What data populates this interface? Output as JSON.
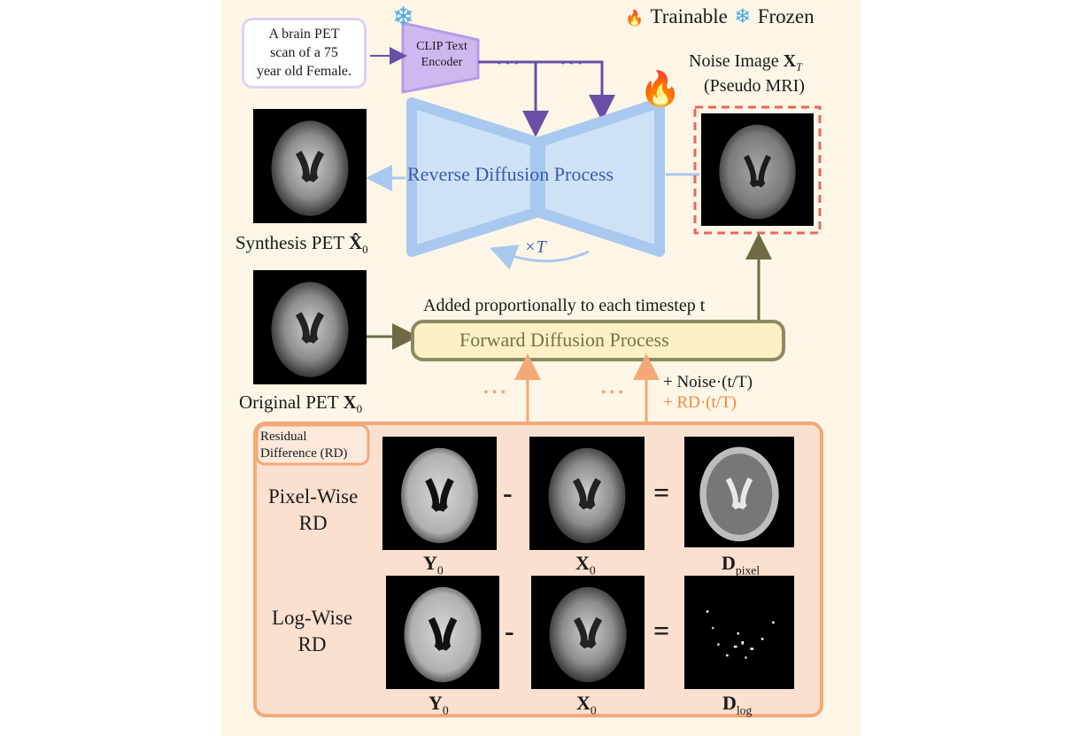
{
  "legend": {
    "trainable": "Trainable",
    "frozen": "Frozen"
  },
  "prompt": {
    "line1": "A brain PET",
    "line2": "scan of a 75",
    "line3": "year old Female."
  },
  "clip": {
    "line1": "CLIP Text",
    "line2": "Encoder"
  },
  "dots": "···",
  "noise_image": {
    "title_prefix": "Noise Image ",
    "title_var": "X",
    "title_sub": "T",
    "subtitle": "(Pseudo MRI)"
  },
  "reverse": {
    "label": "Reverse Diffusion Process",
    "times": "×T"
  },
  "synthesis": {
    "prefix": "Synthesis PET ",
    "var": "X̂",
    "sub": "0"
  },
  "original": {
    "prefix": "Original PET ",
    "var": "X",
    "sub": "0"
  },
  "forward": {
    "label": "Forward Diffusion Process",
    "note": "Added proportionally to each timestep t"
  },
  "terms": {
    "noise": "+ Noise·(t/T)",
    "rd": "+ RD·(t/T)"
  },
  "rd_box": {
    "title_line1": "Residual",
    "title_line2": "Difference (RD)",
    "pixel_row": {
      "label_line1": "Pixel-Wise",
      "label_line2": "RD",
      "minus": "-",
      "equals": "=",
      "labels": [
        {
          "var": "Y",
          "sub": "0"
        },
        {
          "var": "X",
          "sub": "0"
        },
        {
          "var": "D",
          "sub": "pixel"
        }
      ]
    },
    "log_row": {
      "label_line1": "Log-Wise",
      "label_line2": "RD",
      "minus": "-",
      "equals": "=",
      "labels": [
        {
          "var": "Y",
          "sub": "0"
        },
        {
          "var": "X",
          "sub": "0"
        },
        {
          "var": "D",
          "sub": "log"
        }
      ]
    }
  },
  "colors": {
    "orange": "#f4a878",
    "orange_text": "#f08a3c",
    "purple": "#6a4ea8",
    "blue": "#a9c8ef",
    "olive": "#6f6b46",
    "forward_fill": "#fbf1c4",
    "red_dash": "#e8675e"
  }
}
